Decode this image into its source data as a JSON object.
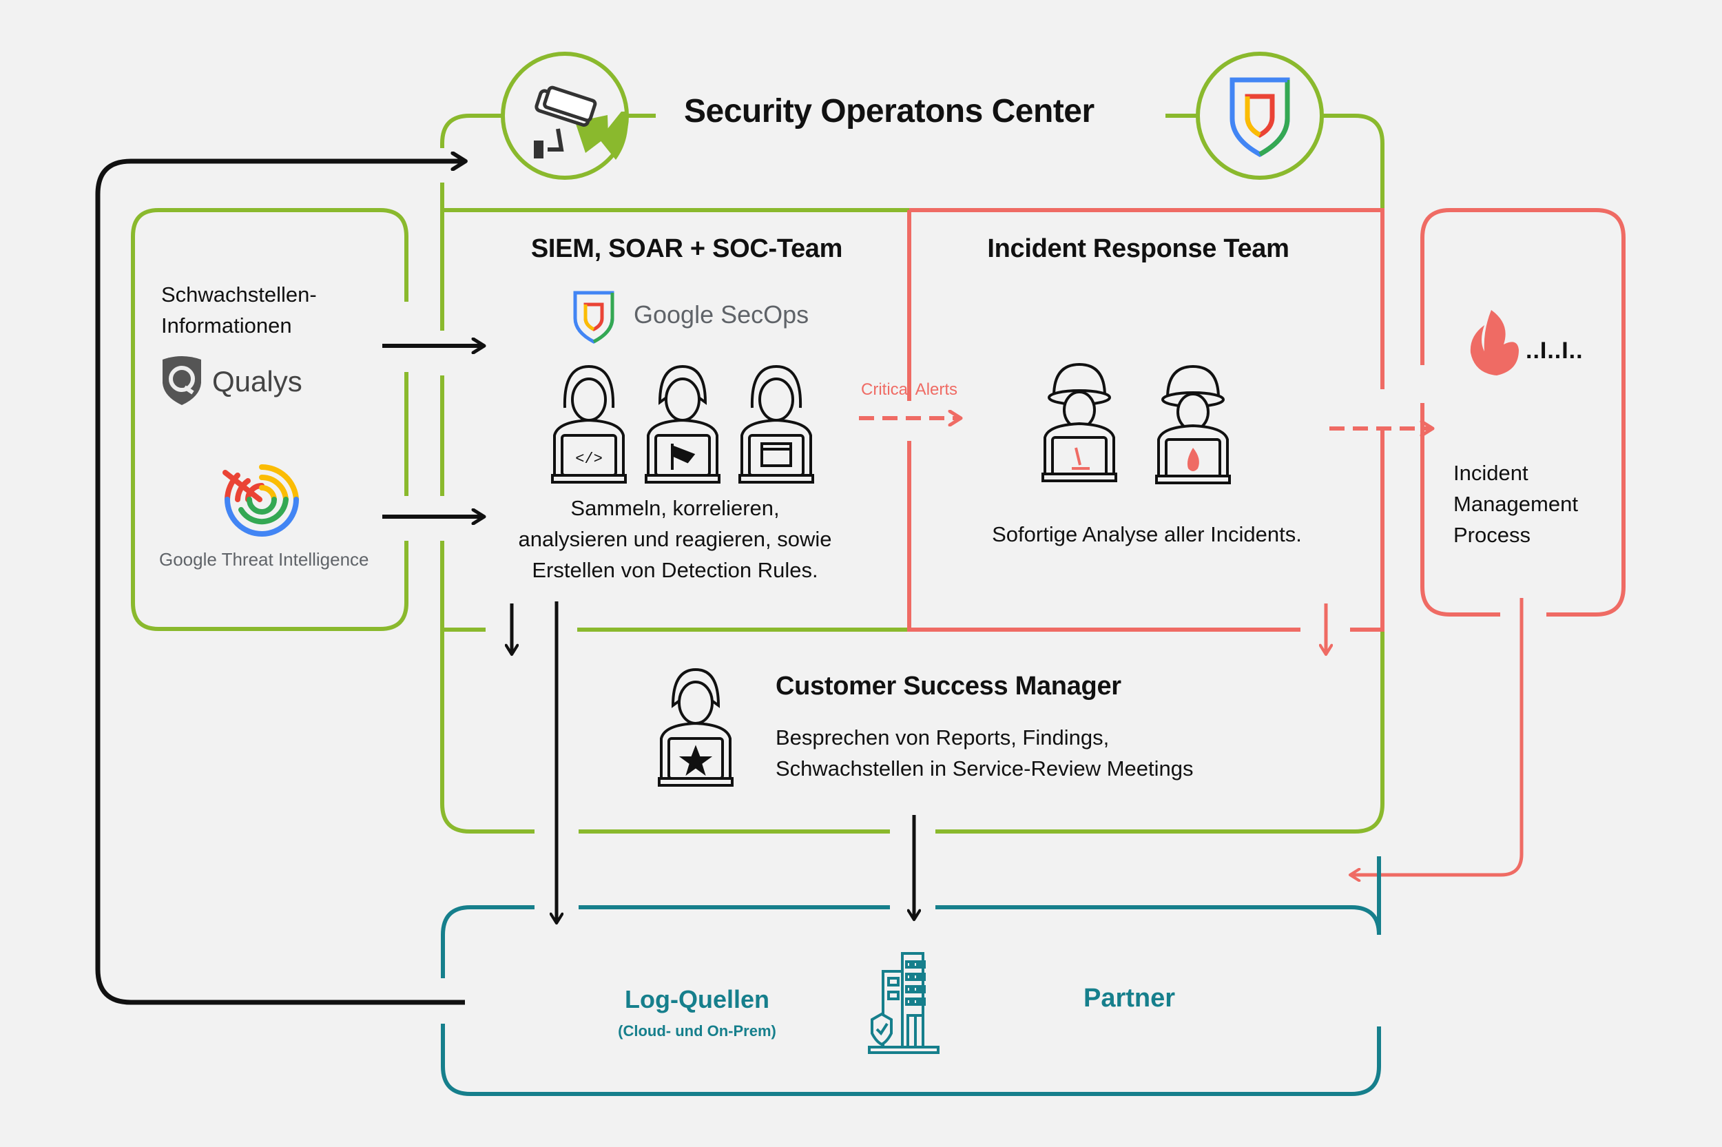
{
  "title": "Security Operatons Center",
  "colors": {
    "green": "#8ab92d",
    "red": "#ef6b64",
    "teal": "#167f8c",
    "black": "#111111",
    "background": "#f2f2f2"
  },
  "header_icons": [
    "security-camera-icon",
    "google-secops-shield-icon"
  ],
  "vulnerability_box": {
    "label_line1": "Schwachstellen-",
    "label_line2": "Informationen",
    "logos": [
      {
        "name": "Qualys",
        "text": "Qualys",
        "icon": "qualys-shield-icon"
      },
      {
        "name": "Google Threat Intelligence",
        "text": "Google Threat Intelligence",
        "icon": "google-threat-intelligence-icon"
      }
    ]
  },
  "soc_team": {
    "title": "SIEM, SOAR + SOC-Team",
    "logo_text": "Google SecOps",
    "analysts": [
      "analyst-code-icon",
      "analyst-camera-icon",
      "analyst-terminal-icon"
    ],
    "description_lines": [
      "Sammeln, korrelieren,",
      "analysieren und reagieren, sowie",
      "Erstellen von Detection Rules."
    ]
  },
  "critical_alerts_label": "Critical Alerts",
  "incident_response": {
    "title": "Incident Response Team",
    "responders": [
      "responder-microscope-icon",
      "responder-fire-icon"
    ],
    "description": "Sofortige Analyse aller Incidents."
  },
  "incident_management": {
    "logo_suffix": "..I..I..",
    "label_lines": [
      "Incident",
      "Management",
      "Process"
    ]
  },
  "customer_success": {
    "title": "Customer Success Manager",
    "description_lines": [
      "Besprechen von Reports, Findings,",
      "Schwachstellen in Service-Review Meetings"
    ]
  },
  "customer": {
    "log_sources_title": "Log-Quellen",
    "log_sources_subtitle": "(Cloud- und On-Prem)",
    "partner": "Partner"
  }
}
